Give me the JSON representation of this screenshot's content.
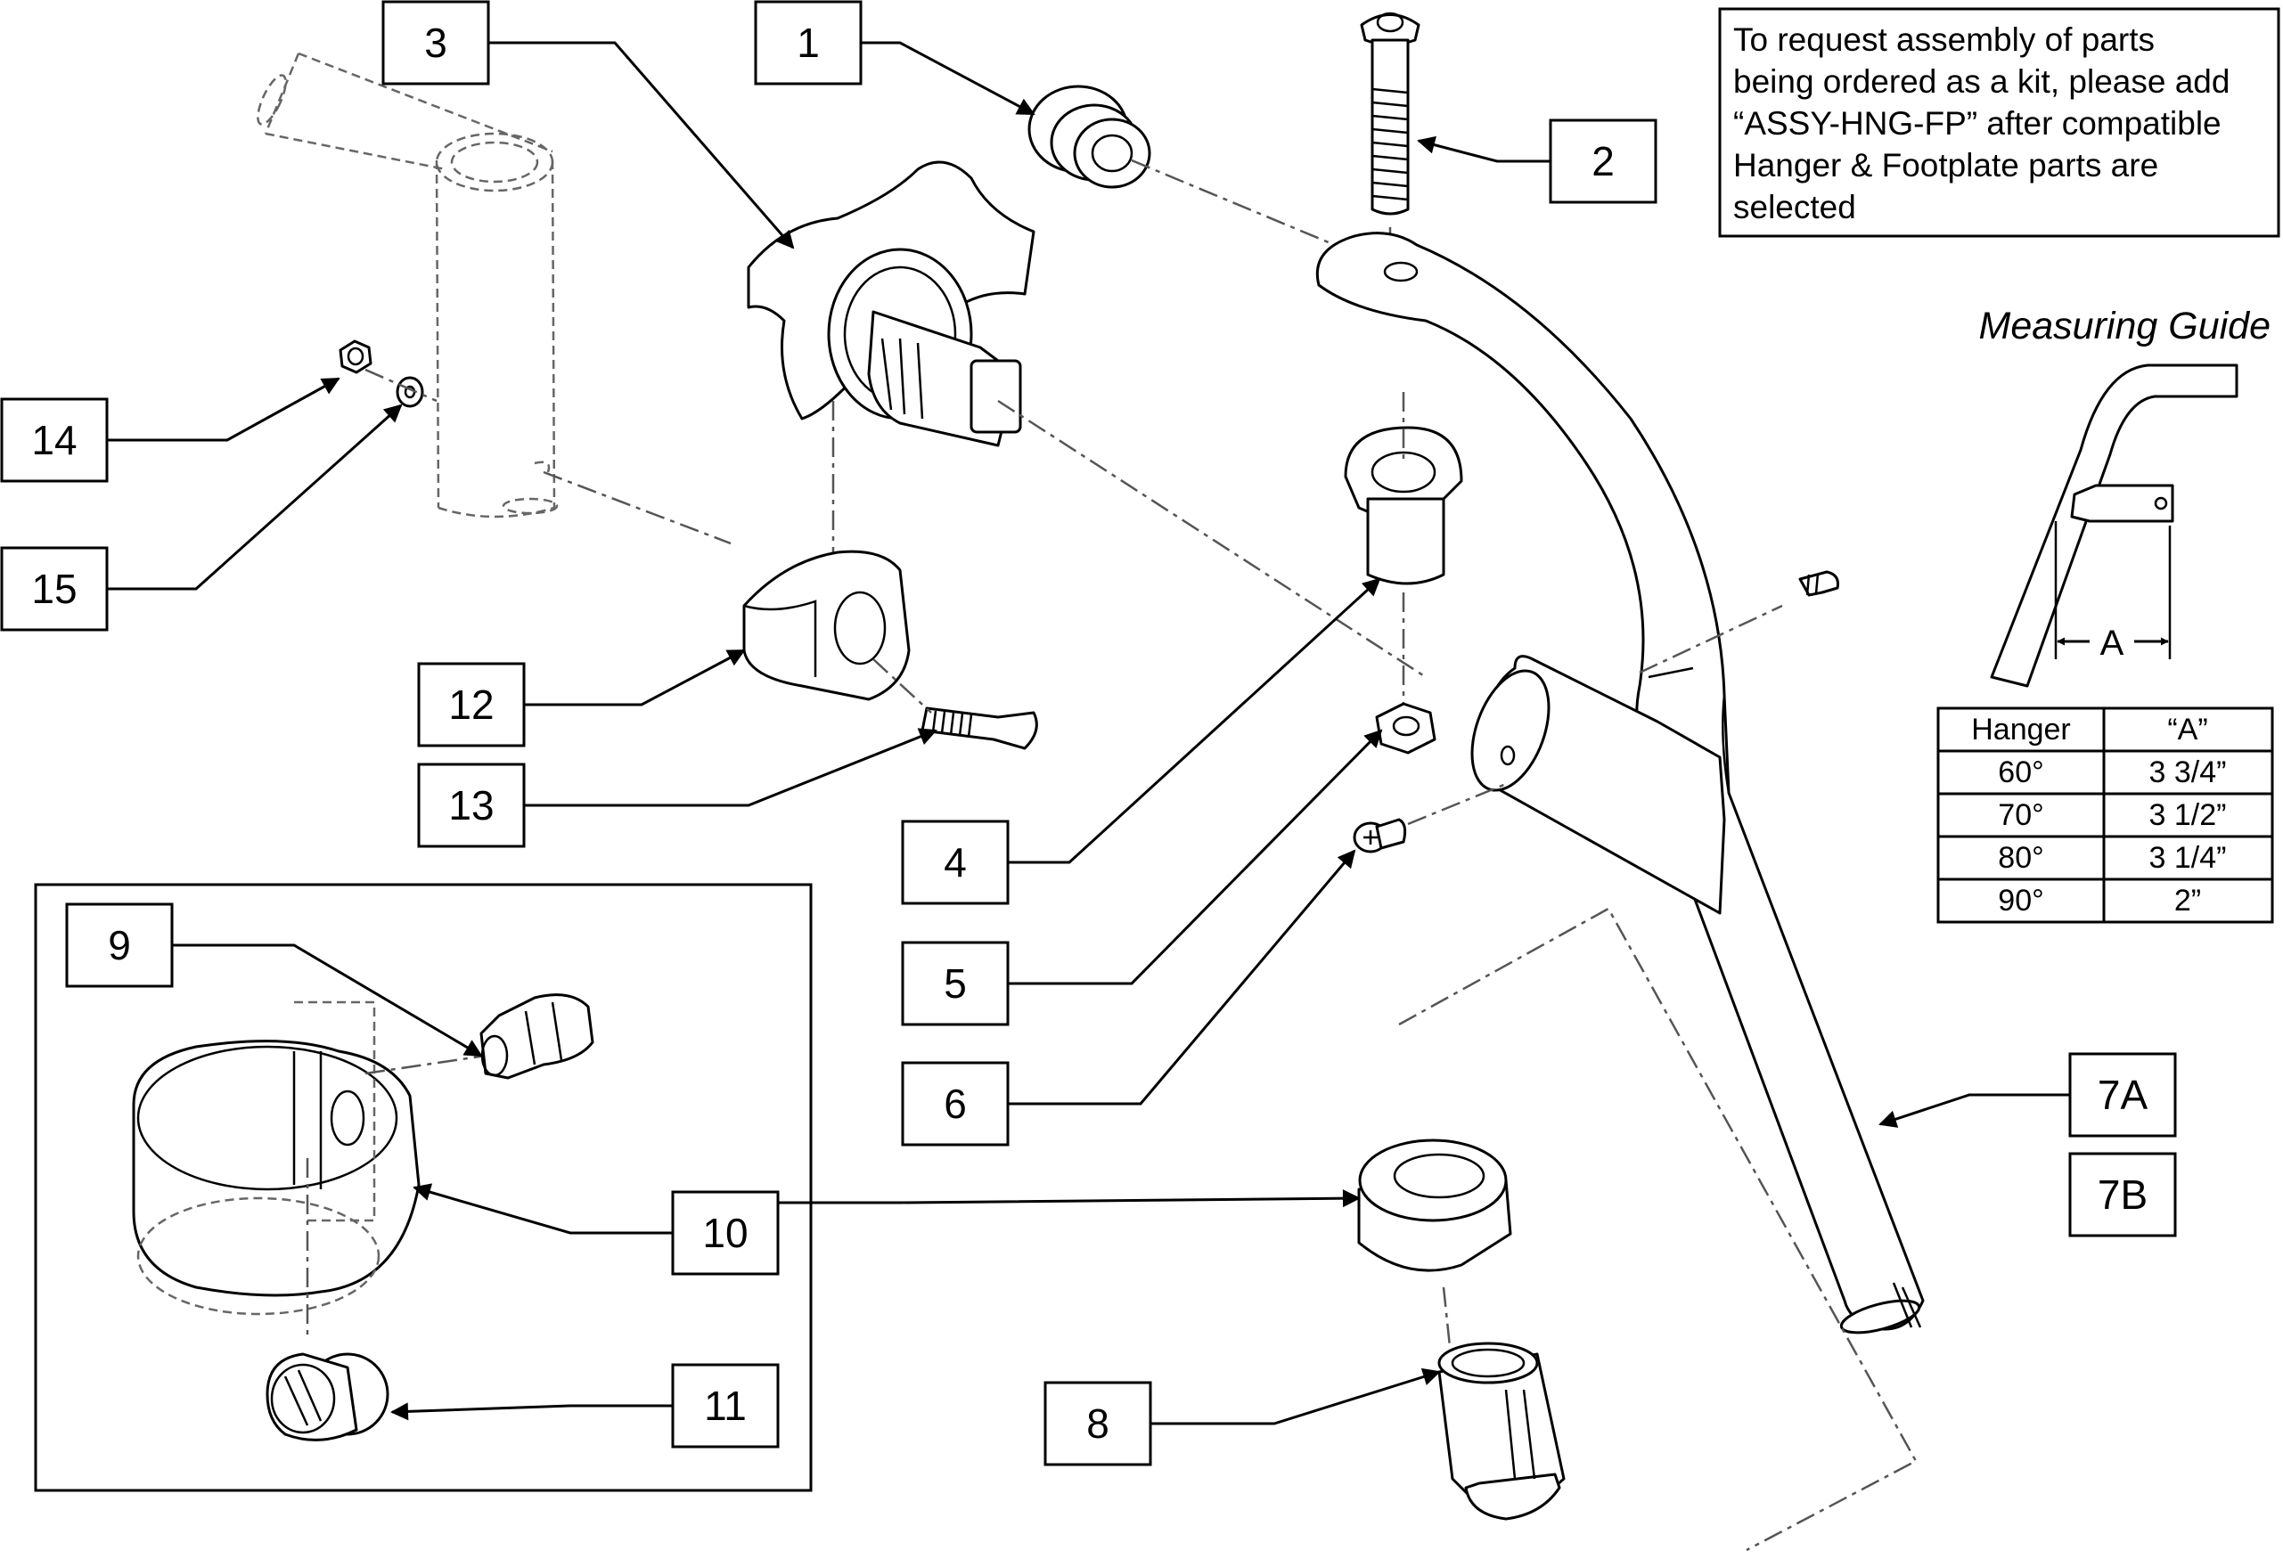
{
  "note": {
    "lines": [
      "To request assembly of parts",
      "being ordered as a kit, please add",
      "“ASSY-HNG-FP” after compatible",
      "Hanger & Footplate parts are",
      "selected"
    ]
  },
  "measuring_guide": {
    "title": "Measuring Guide",
    "dimension_label": "A",
    "table": {
      "headers": [
        "Hanger",
        "“A”"
      ],
      "rows": [
        [
          "60°",
          "3 3/4”"
        ],
        [
          "70°",
          "3 1/2”"
        ],
        [
          "80°",
          "3 1/4”"
        ],
        [
          "90°",
          "2”"
        ]
      ]
    }
  },
  "callouts": [
    "1",
    "2",
    "3",
    "4",
    "5",
    "6",
    "7A",
    "7B",
    "8",
    "9",
    "10",
    "11",
    "12",
    "13",
    "14",
    "15"
  ],
  "colors": {
    "line": "#000000",
    "background": "#ffffff",
    "hidden_line": "#666666"
  }
}
